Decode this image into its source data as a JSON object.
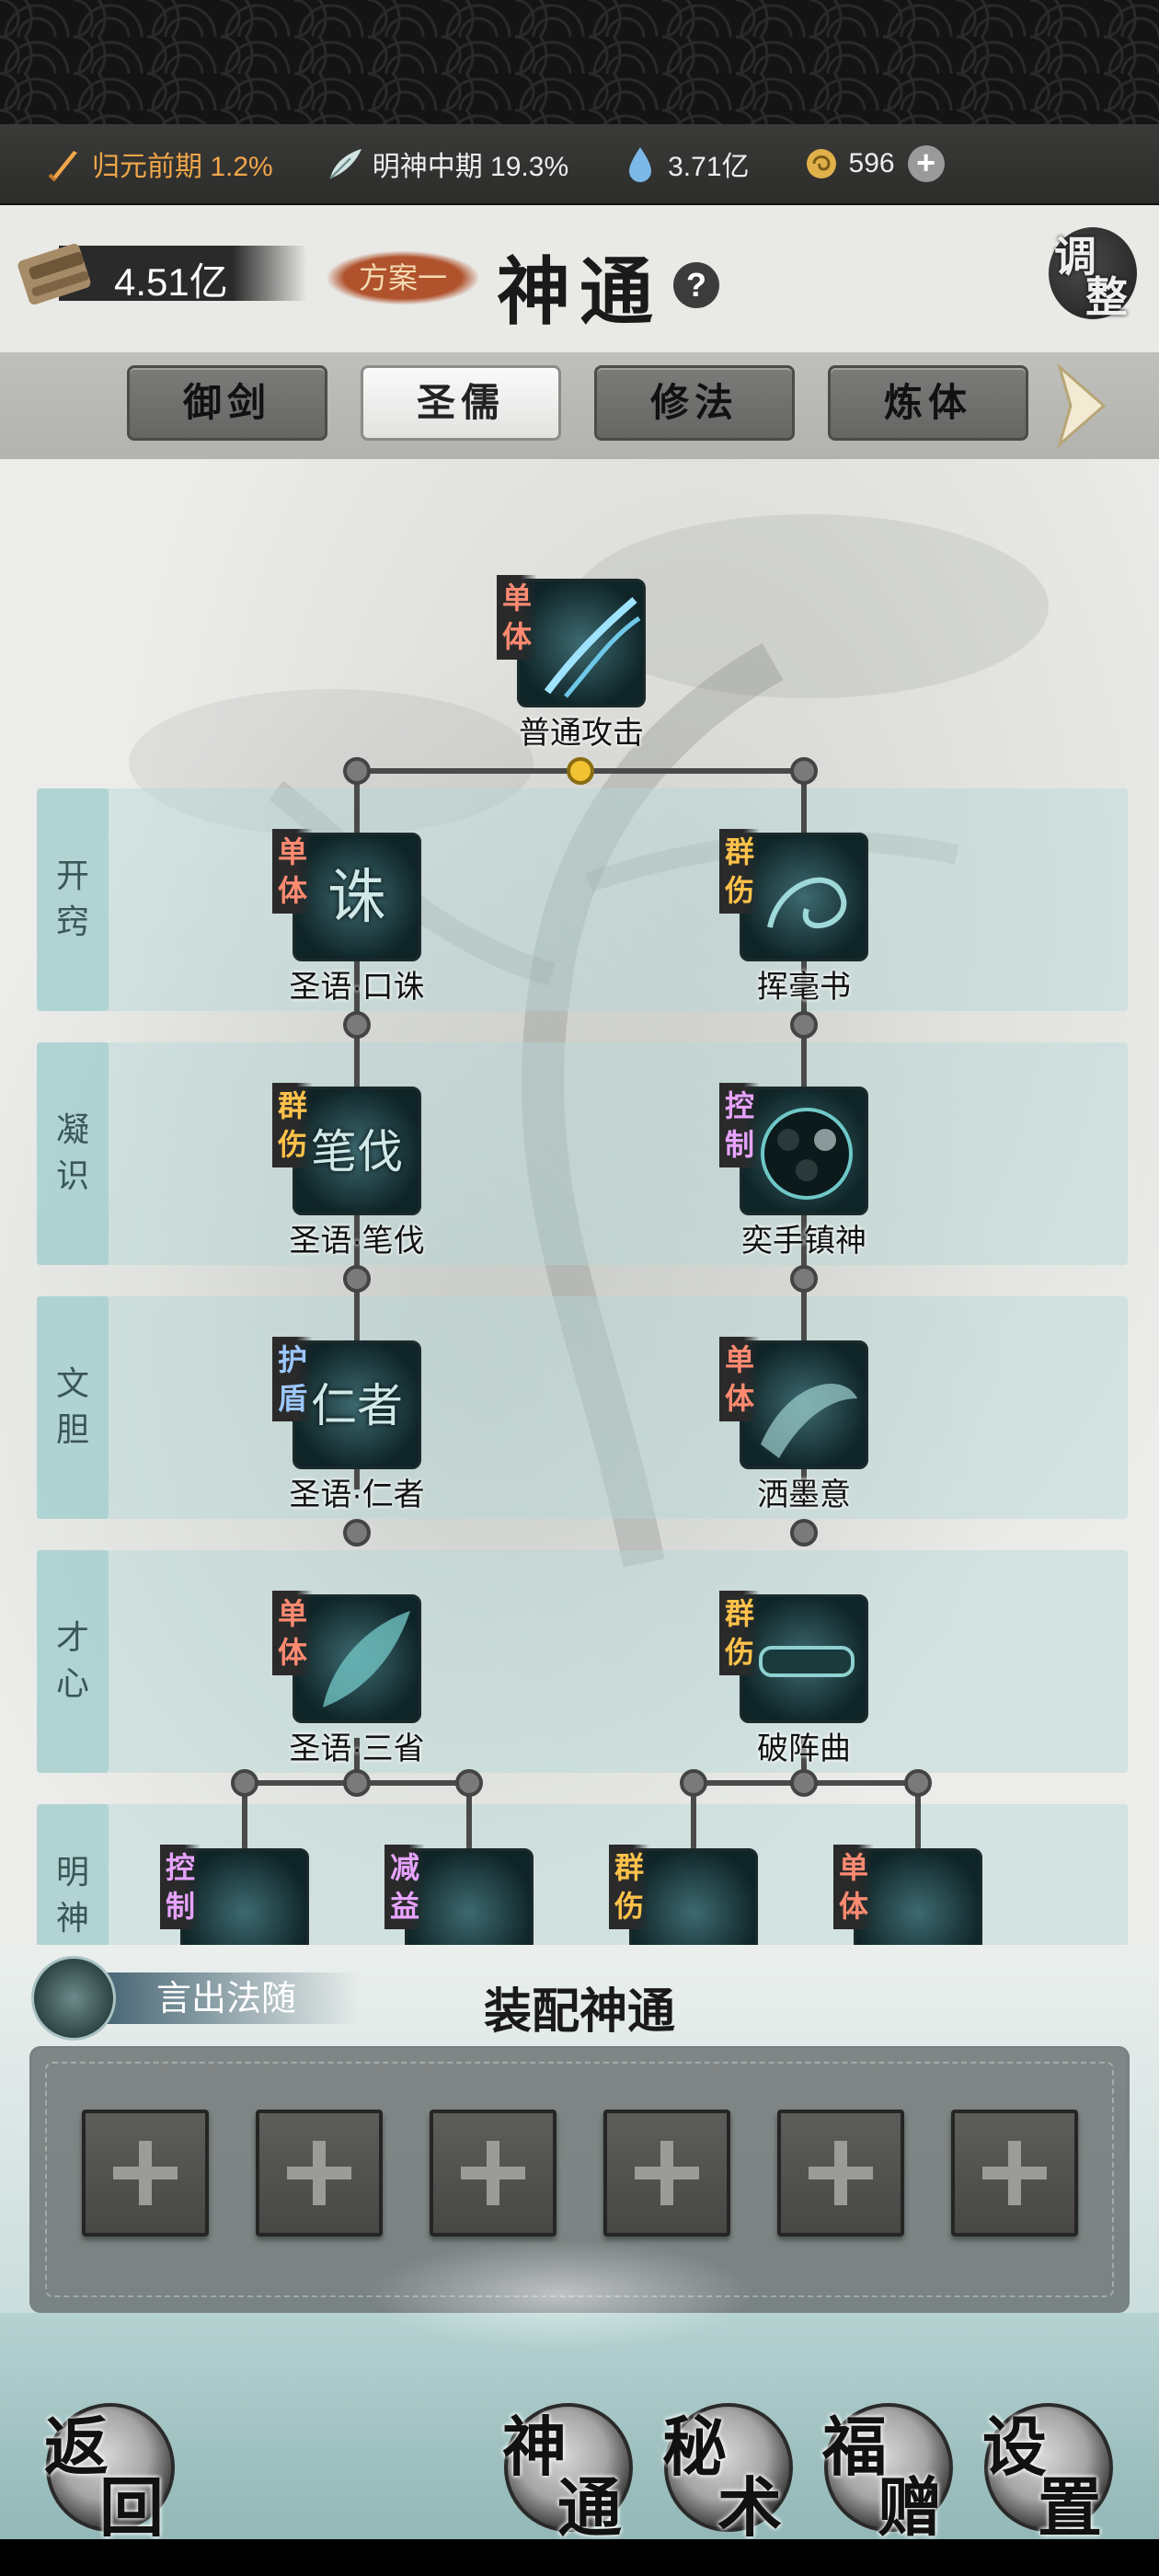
{
  "resources": [
    {
      "name": "realm-1",
      "icon": "sword-icon",
      "label": "归元前期 1.2%",
      "color": "#f0a64a"
    },
    {
      "name": "realm-2",
      "icon": "leaf-sword-icon",
      "label": "明神中期 19.3%",
      "color": "#eeeeee"
    },
    {
      "name": "spirit",
      "icon": "droplet-icon",
      "label": "3.71亿",
      "color": "#eeeeee"
    },
    {
      "name": "coin",
      "icon": "coin-icon",
      "label": "596",
      "color": "#eeeeee"
    }
  ],
  "header": {
    "power": "4.51亿",
    "plan": "方案一",
    "title": "神通",
    "help": "?",
    "adjust_1": "调",
    "adjust_2": "整"
  },
  "tabs": [
    {
      "label": "御剑",
      "active": false
    },
    {
      "label": "圣儒",
      "active": true
    },
    {
      "label": "修法",
      "active": false
    },
    {
      "label": "炼体",
      "active": false
    }
  ],
  "root_skill": {
    "name": "普通攻击",
    "tag": "单体",
    "tag_color": "red"
  },
  "rows": [
    {
      "label1": "开",
      "label2": "窍",
      "left": {
        "name": "圣语·口诛",
        "tag": "单体",
        "tag_color": "red",
        "glyph": "诛"
      },
      "right": {
        "name": "挥毫书",
        "tag": "群伤",
        "tag_color": "gold",
        "glyph": ""
      }
    },
    {
      "label1": "凝",
      "label2": "识",
      "left": {
        "name": "圣语·笔伐",
        "tag": "群伤",
        "tag_color": "gold",
        "glyph": "笔伐"
      },
      "right": {
        "name": "奕手镇神",
        "tag": "控制",
        "tag_color": "purple",
        "glyph": ""
      }
    },
    {
      "label1": "文",
      "label2": "胆",
      "left": {
        "name": "圣语·仁者",
        "tag": "护盾",
        "tag_color": "blue",
        "glyph": "仁者"
      },
      "right": {
        "name": "洒墨意",
        "tag": "单体",
        "tag_color": "red",
        "glyph": ""
      }
    },
    {
      "label1": "才",
      "label2": "心",
      "left": {
        "name": "圣语·三省",
        "tag": "单体",
        "tag_color": "red",
        "glyph": ""
      },
      "right": {
        "name": "破阵曲",
        "tag": "群伤",
        "tag_color": "gold",
        "glyph": ""
      }
    }
  ],
  "last_row": {
    "label1": "明",
    "label2": "神",
    "skills": [
      {
        "tag": "控制",
        "tag_color": "purple"
      },
      {
        "tag": "减益",
        "tag_color": "purple"
      },
      {
        "tag": "群伤",
        "tag_color": "gold"
      },
      {
        "tag": "单体",
        "tag_color": "red"
      }
    ]
  },
  "equip": {
    "ribbon": "言出法随",
    "title": "装配神通",
    "slot_count": 6
  },
  "bottom_nav": [
    {
      "name": "back",
      "c1": "返",
      "c2": "回"
    },
    {
      "name": "shentong",
      "c1": "神",
      "c2": "通"
    },
    {
      "name": "mishu",
      "c1": "秘",
      "c2": "术"
    },
    {
      "name": "fuzeng",
      "c1": "福",
      "c2": "赠"
    },
    {
      "name": "shezhi",
      "c1": "设",
      "c2": "置"
    }
  ]
}
